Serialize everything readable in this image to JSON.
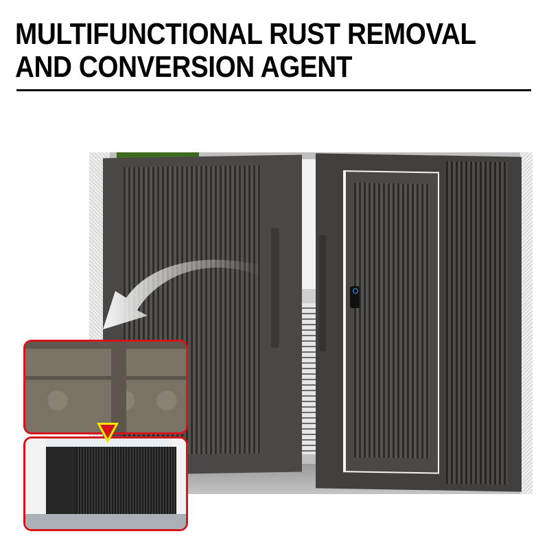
{
  "headline": {
    "line1": "MULTIFUNCTIONAL RUST REMOVAL",
    "line2": "AND CONVERSION AGENT"
  },
  "scene": {
    "description": "Modern dark grey aluminum double gate with vertical slats, one pedestrian door open, smart keypad lock",
    "icons": [
      "curved-arrow-icon",
      "smart-lock-icon"
    ]
  },
  "comparison_inset": {
    "before_label": "rusted ornamental iron gate",
    "after_label": "restored black sliding gate",
    "arrow": "down-triangle-icon",
    "border_color": "#d4161c",
    "arrow_color": "#f2e600"
  },
  "colors": {
    "gate": "#4a4846",
    "accent_red": "#d4161c",
    "accent_yellow": "#f2e600"
  }
}
